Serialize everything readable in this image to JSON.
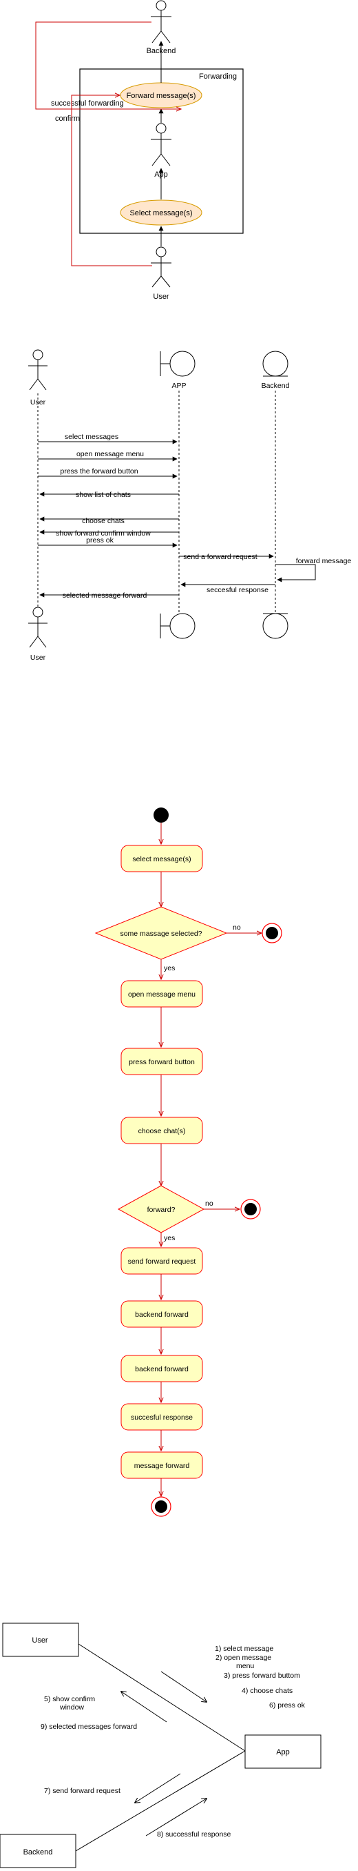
{
  "use_case": {
    "actors": {
      "backend": "Backend",
      "app": "App",
      "user": "User"
    },
    "system_boundary_title": "Forwarding",
    "use_cases": {
      "forward": "Forward message(s)",
      "select": "Select message(s)"
    },
    "relations": {
      "confirm": "confirm",
      "successful_forwarding": "successful forwarding"
    }
  },
  "sequence": {
    "participants": {
      "user": "User",
      "app": "APP",
      "backend": "Backend"
    },
    "messages": [
      "select messages",
      "open message menu",
      "press the forward button",
      "show list of chats",
      "choose chats",
      "show forward confirm window",
      "press ok",
      "send a forward request",
      "forward message",
      "seccesful response",
      "selected message forward"
    ]
  },
  "activity": {
    "nodes": {
      "select": "select message(s)",
      "decision1": "some massage selected?",
      "open_menu": "open message menu",
      "press_forward": "press forward button",
      "choose": "choose  chat(s)",
      "decision2": "forward?",
      "send_request": "send forward request",
      "backend1": "backend forward",
      "backend2": "backend forward",
      "response": "succesful response",
      "forwarded": "message forward"
    },
    "guards": {
      "no1": "no",
      "yes1": "yes",
      "no2": "no",
      "yes2": "yes"
    }
  },
  "communication": {
    "objects": {
      "user": "User",
      "app": "App",
      "backend": "Backend"
    },
    "messages": {
      "m1": "1) select message",
      "m2a": "2) open message",
      "m2b": "menu",
      "m3": "3) press forward buttom",
      "m4": "4) choose chats",
      "m6": "6) press ok",
      "m5a": "5) show confirm",
      "m5b": "window",
      "m9": "9) selected messages forward",
      "m7": "7) send forward request",
      "m8": "8) successful response"
    }
  }
}
